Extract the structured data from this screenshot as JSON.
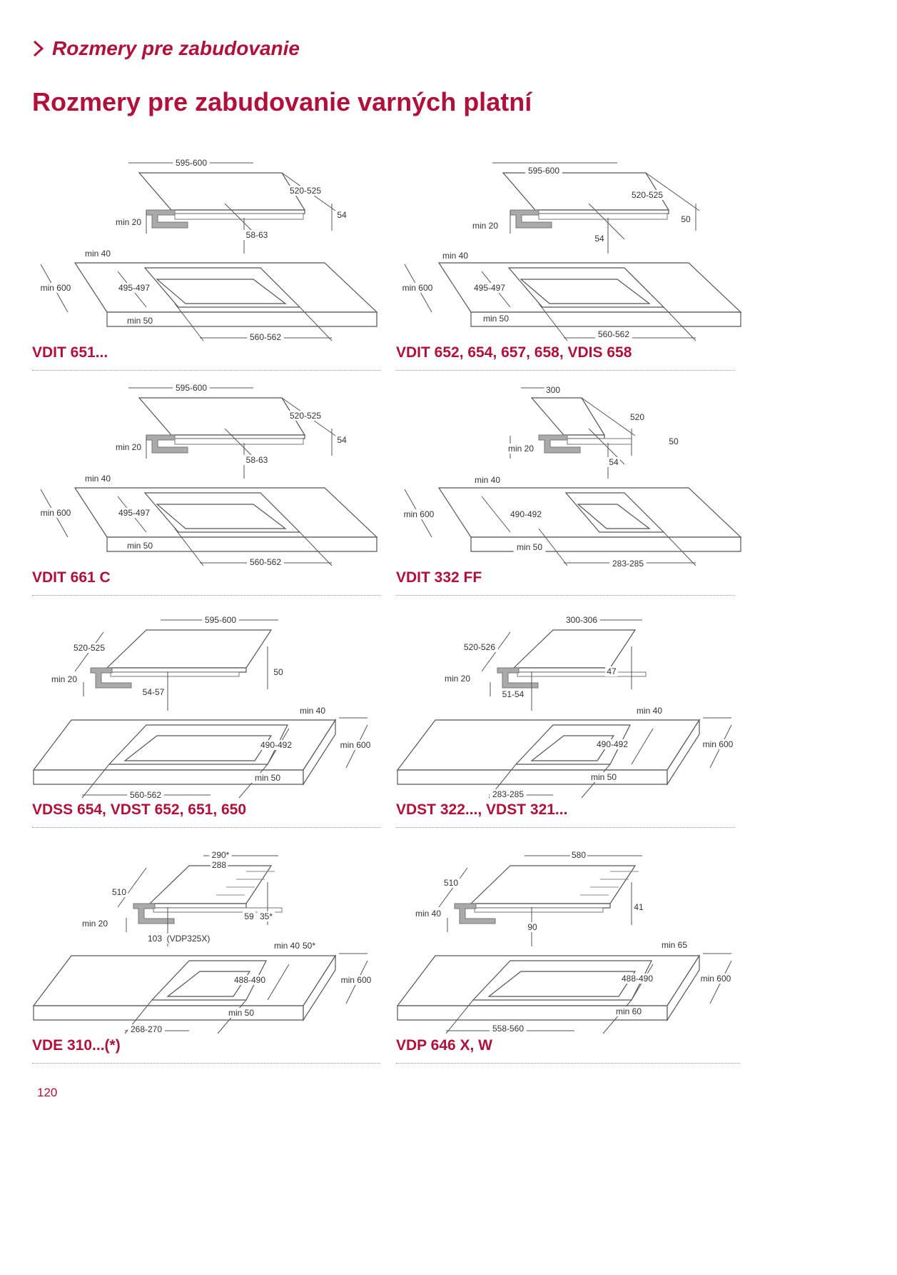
{
  "breadcrumb": {
    "label": "Rozmery pre zabudovanie",
    "icon": "chevron-right-icon"
  },
  "page_title": "Rozmery pre zabudovanie varných platní",
  "page_number": "120",
  "accent_color": "#b0103a",
  "panels": [
    {
      "title": "VDIT 651...",
      "labels": [
        "595-600",
        "520-525",
        "54",
        "min 20",
        "58-63",
        "min 40",
        "min 600",
        "495-497",
        "min 50",
        "560-562"
      ]
    },
    {
      "title": "VDIT 652, 654, 657, 658, VDIS 658",
      "labels": [
        "595-600",
        "520-525",
        "50",
        "min 20",
        "54",
        "min 40",
        "min 600",
        "495-497",
        "min 50",
        "560-562"
      ]
    },
    {
      "title": "VDIT 661 C",
      "labels": [
        "595-600",
        "520-525",
        "54",
        "min 20",
        "58-63",
        "min 40",
        "min 600",
        "495-497",
        "min 50",
        "560-562"
      ]
    },
    {
      "title": "VDIT 332 FF",
      "labels": [
        "300",
        "520",
        "50",
        "min 20",
        "54",
        "min 40",
        "min 600",
        "490-492",
        "min 50",
        "283-285"
      ]
    },
    {
      "title": "VDSS 654, VDST 652, 651, 650",
      "labels": [
        "595-600",
        "520-525",
        "min 20",
        "50",
        "54-57",
        "min 40",
        "490-492",
        "min 600",
        "min 50",
        "560-562"
      ]
    },
    {
      "title": "VDST 322..., VDST 321...",
      "labels": [
        "300-306",
        "520-526",
        "min 20",
        "47",
        "51-54",
        "min 40",
        "490-492",
        "min 600",
        "min 50",
        "283-285"
      ]
    },
    {
      "title": "VDE 310...(*)",
      "labels": [
        "290*",
        "288",
        "510",
        "min 20",
        "59",
        "35*",
        "103",
        "(VDP325X)",
        "min 40",
        "50*",
        "488-490",
        "min 600",
        "min 50",
        "268-270"
      ]
    },
    {
      "title": "VDP 646 X, W",
      "labels": [
        "580",
        "510",
        "min 40",
        "41",
        "90",
        "min 65",
        "488-490",
        "min 600",
        "min 60",
        "558-560"
      ]
    }
  ]
}
